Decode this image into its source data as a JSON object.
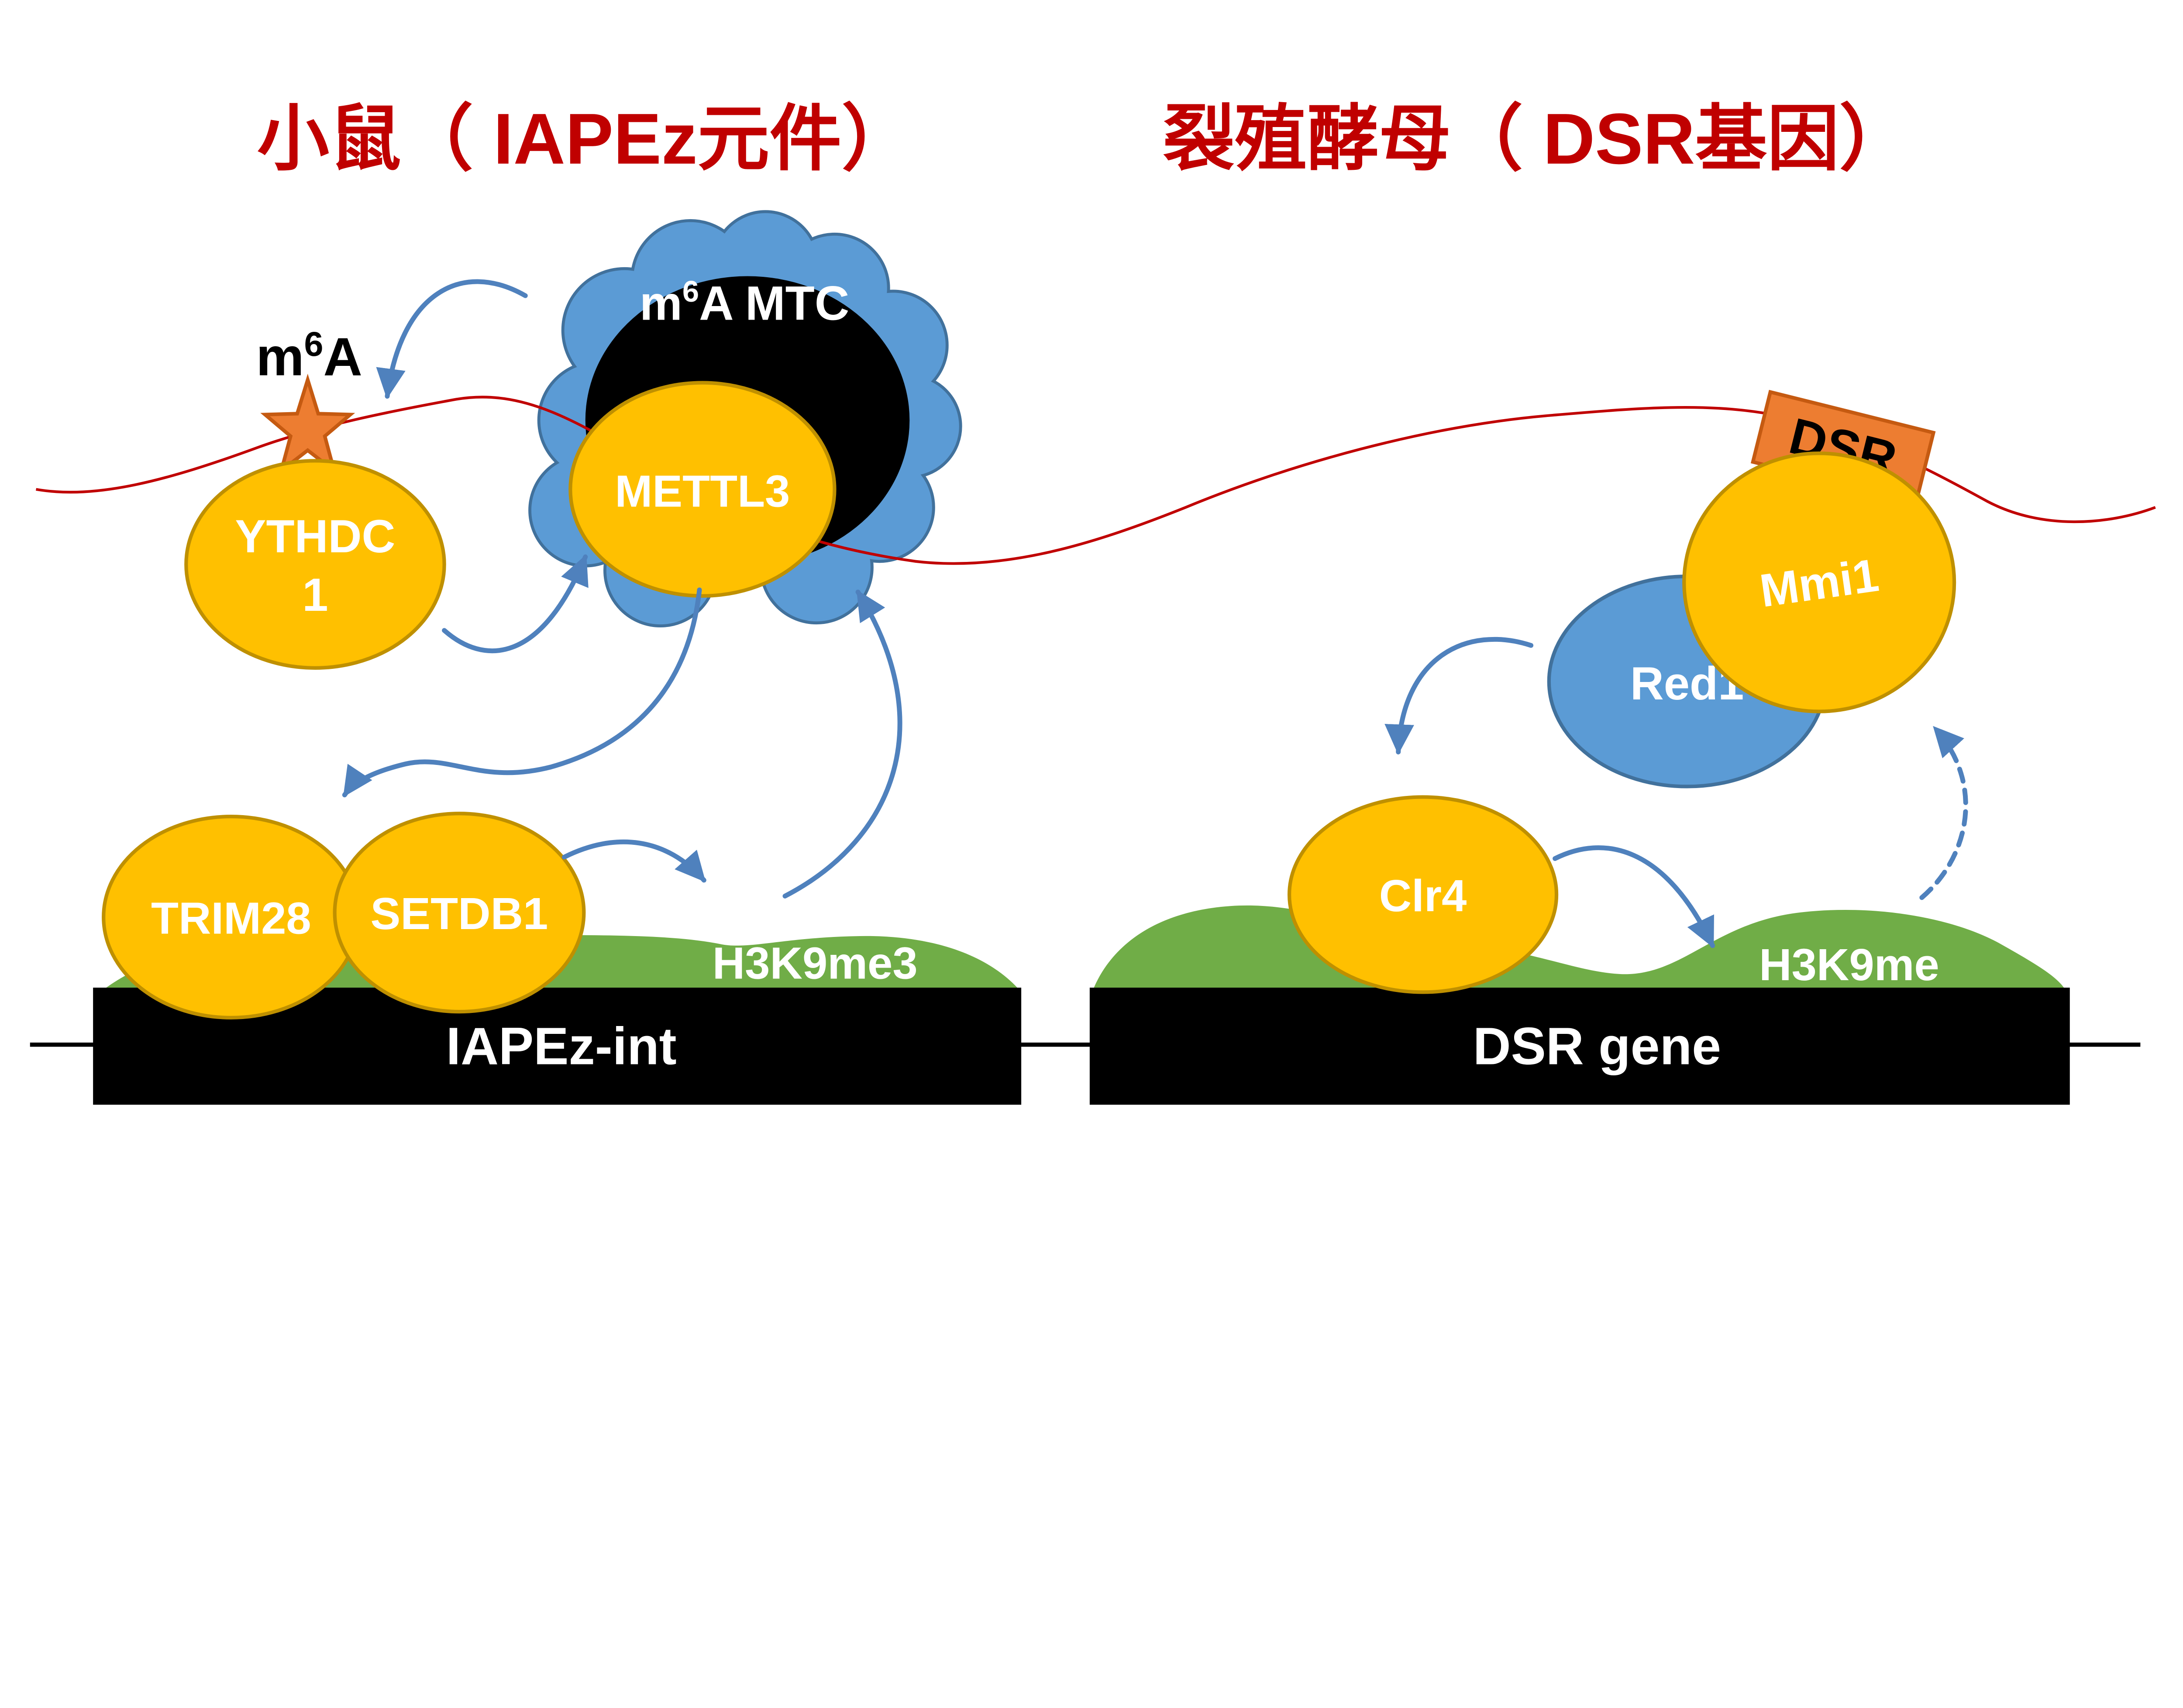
{
  "titles": {
    "left": "小鼠（ IAPEz元件）",
    "right": "裂殖酵母（ DSR基因）"
  },
  "mouse": {
    "m6a_mark": {
      "base": "m",
      "sup": "6",
      "tail": "A"
    },
    "cloud_label": {
      "base": "m",
      "sup": "6",
      "tail": "A MTC"
    },
    "mettl3": "METTL3",
    "ythdc1": {
      "line1": "YTHDC",
      "line2": "1"
    },
    "trim28": "TRIM28",
    "setdb1": "SETDB1",
    "histone_mark": "H3K9me3",
    "gene": "IAPEz-int"
  },
  "yeast": {
    "dsr_element": "DSR",
    "mmi1": "Mmi1",
    "red1": "Red1",
    "clr4": "Clr4",
    "histone_mark": "H3K9me",
    "gene": "DSR gene"
  },
  "colors": {
    "protein_gold": "#FFC000",
    "protein_gold_border": "#BF9000",
    "complex_blue": "#5B9BD5",
    "complex_blue_border": "#41719C",
    "heterochromatin_green": "#70AD47",
    "m6a_orange": "#ED7D31",
    "m6a_orange_border": "#C55A11",
    "rna_red": "#C00000",
    "title_red": "#C00000",
    "arrow_blue": "#4F81BD",
    "gene_bar_black": "#000000",
    "label_white": "#FFFFFF"
  }
}
